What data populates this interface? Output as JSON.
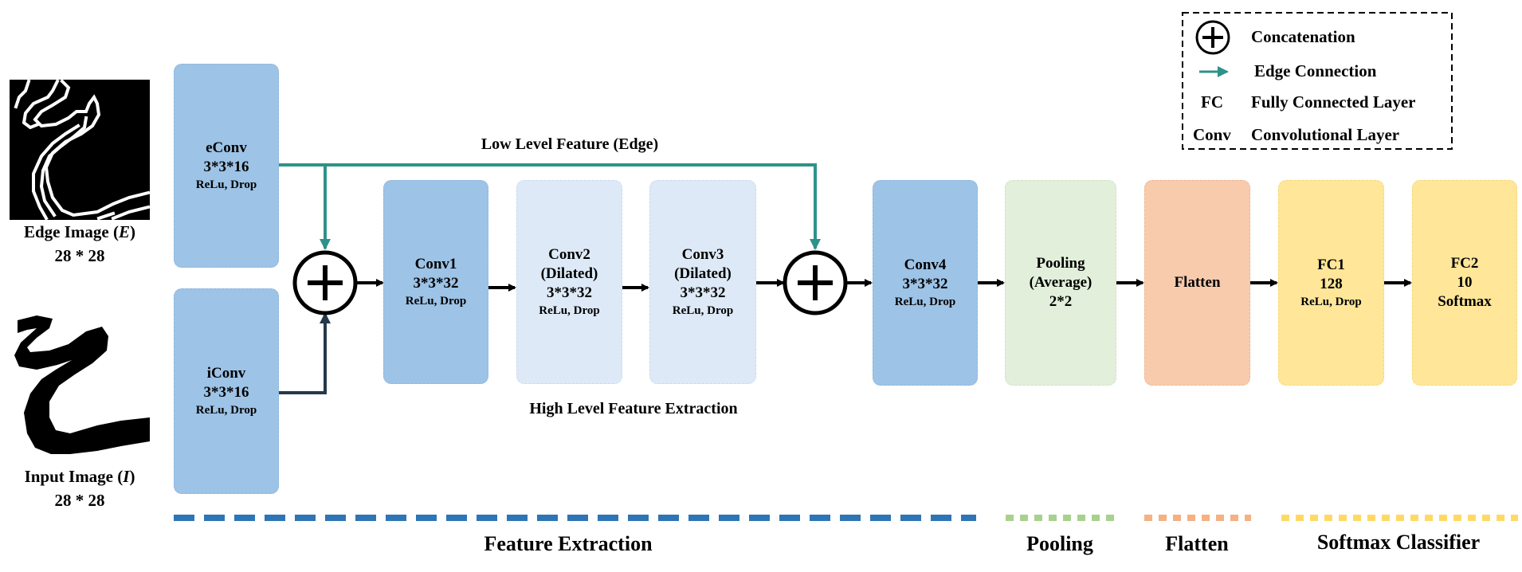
{
  "inputs": {
    "edge": {
      "title_prefix": "Edge Image (",
      "title_var": "E",
      "title_suffix": ")",
      "size": "28 * 28"
    },
    "input": {
      "title_prefix": "Input Image (",
      "title_var": "I",
      "title_suffix": ")",
      "size": "28 * 28"
    }
  },
  "blocks": {
    "econv": {
      "name": "eConv",
      "dims": "3*3*16",
      "ops": "ReLu, Drop"
    },
    "iconv": {
      "name": "iConv",
      "dims": "3*3*16",
      "ops": "ReLu, Drop"
    },
    "conv1": {
      "name": "Conv1",
      "dims": "3*3*32",
      "ops": "ReLu, Drop"
    },
    "conv2": {
      "name": "Conv2",
      "sub": "(Dilated)",
      "dims": "3*3*32",
      "ops": "ReLu, Drop"
    },
    "conv3": {
      "name": "Conv3",
      "sub": "(Dilated)",
      "dims": "3*3*32",
      "ops": "ReLu, Drop"
    },
    "conv4": {
      "name": "Conv4",
      "dims": "3*3*32",
      "ops": "ReLu, Drop"
    },
    "pooling": {
      "name": "Pooling",
      "sub": "(Average)",
      "dims": "2*2"
    },
    "flatten": {
      "name": "Flatten"
    },
    "fc1": {
      "name": "FC1",
      "dims": "128",
      "ops": "ReLu, Drop"
    },
    "fc2": {
      "name": "FC2",
      "dims": "10",
      "ops": "Softmax"
    }
  },
  "annotations": {
    "low_level": "Low Level Feature (Edge)",
    "high_level": "High Level Feature Extraction"
  },
  "legend": {
    "concat": "Concatenation",
    "edge_conn": "Edge Connection",
    "fc_abbr": "FC",
    "fc_desc": "Fully Connected Layer",
    "conv_abbr": "Conv",
    "conv_desc": "Convolutional Layer"
  },
  "stages": {
    "feature_extraction": "Feature Extraction",
    "pooling": "Pooling",
    "flatten": "Flatten",
    "softmax": "Softmax Classifier"
  },
  "colors": {
    "dark_blue": "#9dc3e6",
    "light_blue": "#dde9f6",
    "green": "#e2efdb",
    "orange": "#f8cbad",
    "yellow": "#ffe699",
    "edge_arrow": "#2e918a",
    "input_arrow": "#24394b",
    "stage_blue": "#2e75b6",
    "stage_green": "#a9d18e",
    "stage_orange": "#f4b183",
    "stage_yellow": "#ffd966"
  }
}
